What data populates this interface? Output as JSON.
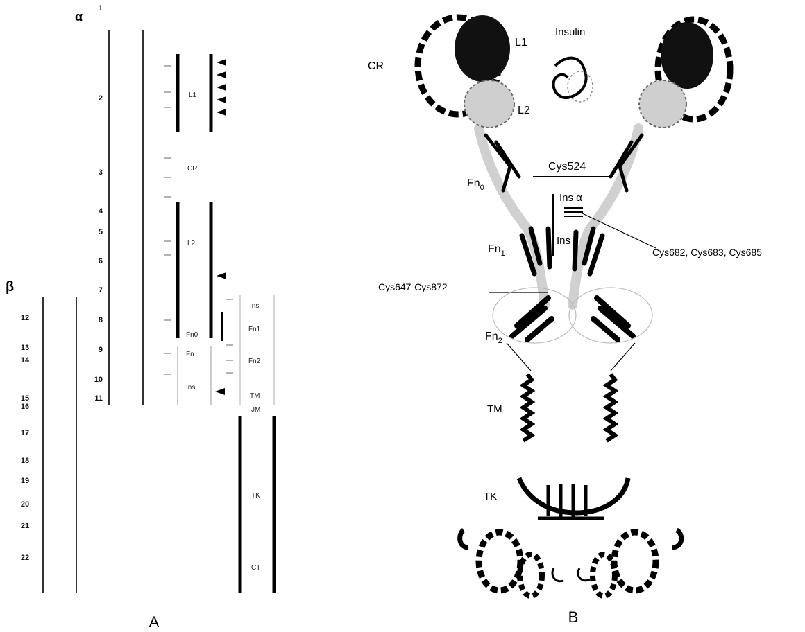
{
  "panel_a": {
    "letter": "A",
    "alpha_symbol": "α",
    "beta_symbol": "β",
    "alpha_exons": [
      "1",
      "2",
      "3",
      "4",
      "5",
      "6",
      "7",
      "8",
      "9",
      "10",
      "11"
    ],
    "beta_exons": [
      "12",
      "13",
      "14",
      "15",
      "16",
      "17",
      "18",
      "19",
      "20",
      "21",
      "22"
    ],
    "alpha_domains": [
      "L1",
      "CR",
      "L2",
      "Fn0",
      "Fn",
      "Ins"
    ],
    "beta_domains": [
      "Ins",
      "Fn1",
      "Fn2",
      "TM",
      "JM",
      "TK",
      "CT"
    ]
  },
  "panel_b": {
    "letter": "B",
    "labels": {
      "cr": "CR",
      "l1": "L1",
      "l2": "L2",
      "insulin": "Insulin",
      "cys524": "Cys524",
      "fn": "Fn",
      "fn0_sub": "0",
      "fn1_sub": "1",
      "fn2_sub": "2",
      "ins_alpha": "Ins α",
      "ins": "Ins",
      "cys682": "Cys682, Cys683, Cys685",
      "cys647": "Cys647-Cys872",
      "tm": "TM",
      "tk": "TK"
    }
  },
  "colors": {
    "ink": "#000000",
    "grey": "#9a9a9a",
    "light": "#d9d9d9"
  }
}
